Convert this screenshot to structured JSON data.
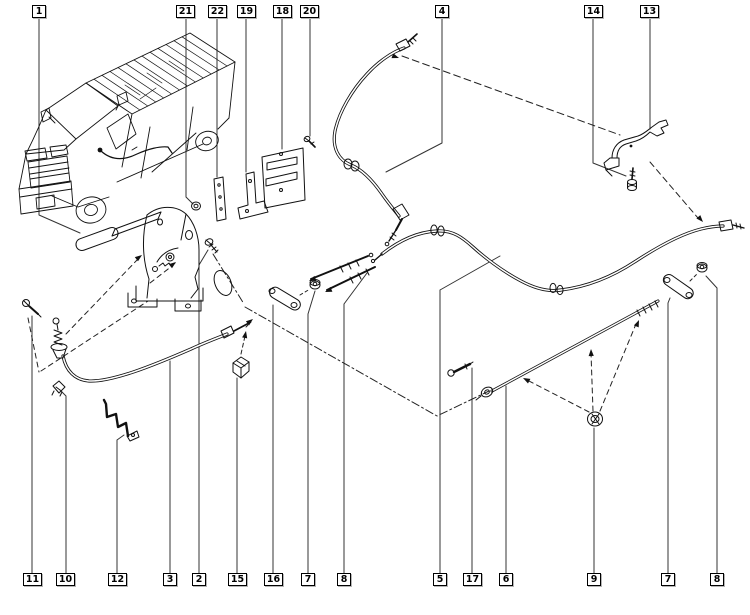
{
  "page": {
    "background": "#ffffff",
    "line_color": "#111111",
    "leader_color": "#333333",
    "box_border": "#000000",
    "box_shadow": "#b5b5b5"
  },
  "callouts": {
    "top": [
      {
        "label": "1"
      },
      {
        "label": "21"
      },
      {
        "label": "22"
      },
      {
        "label": "19"
      },
      {
        "label": "18"
      },
      {
        "label": "20"
      },
      {
        "label": "4"
      },
      {
        "label": "14"
      },
      {
        "label": "13"
      }
    ],
    "bottom": [
      {
        "label": "11"
      },
      {
        "label": "10"
      },
      {
        "label": "12"
      },
      {
        "label": "3"
      },
      {
        "label": "2"
      },
      {
        "label": "15"
      },
      {
        "label": "16"
      },
      {
        "label": "7"
      },
      {
        "label": "8"
      },
      {
        "label": "5"
      },
      {
        "label": "17"
      },
      {
        "label": "6"
      },
      {
        "label": "9"
      },
      {
        "label": "7"
      },
      {
        "label": "8"
      }
    ]
  }
}
